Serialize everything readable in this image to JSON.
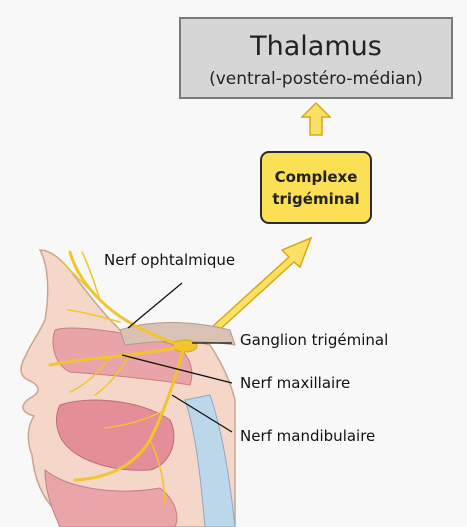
{
  "thalamus": {
    "title": "Thalamus",
    "subtitle": "(ventral-postéro-médian)"
  },
  "complexe": {
    "line1": "Complexe",
    "line2": "trigéminal"
  },
  "labels": {
    "ophtalmique": "Nerf ophtalmique",
    "ganglion": "Ganglion trigéminal",
    "maxillaire": "Nerf maxillaire",
    "mandibulaire": "Nerf mandibulaire"
  },
  "colors": {
    "thalamus_fill": "#d6d6d6",
    "thalamus_stroke": "#7a7a7a",
    "complexe_fill": "#fbdf55",
    "complexe_stroke": "#2b2b2b",
    "arrow_fill": "#fbe066",
    "arrow_stroke": "#d6a817",
    "nerve": "#f2c42e",
    "skin": "#f4d7c8",
    "tissue": "#e8a4a8"
  }
}
